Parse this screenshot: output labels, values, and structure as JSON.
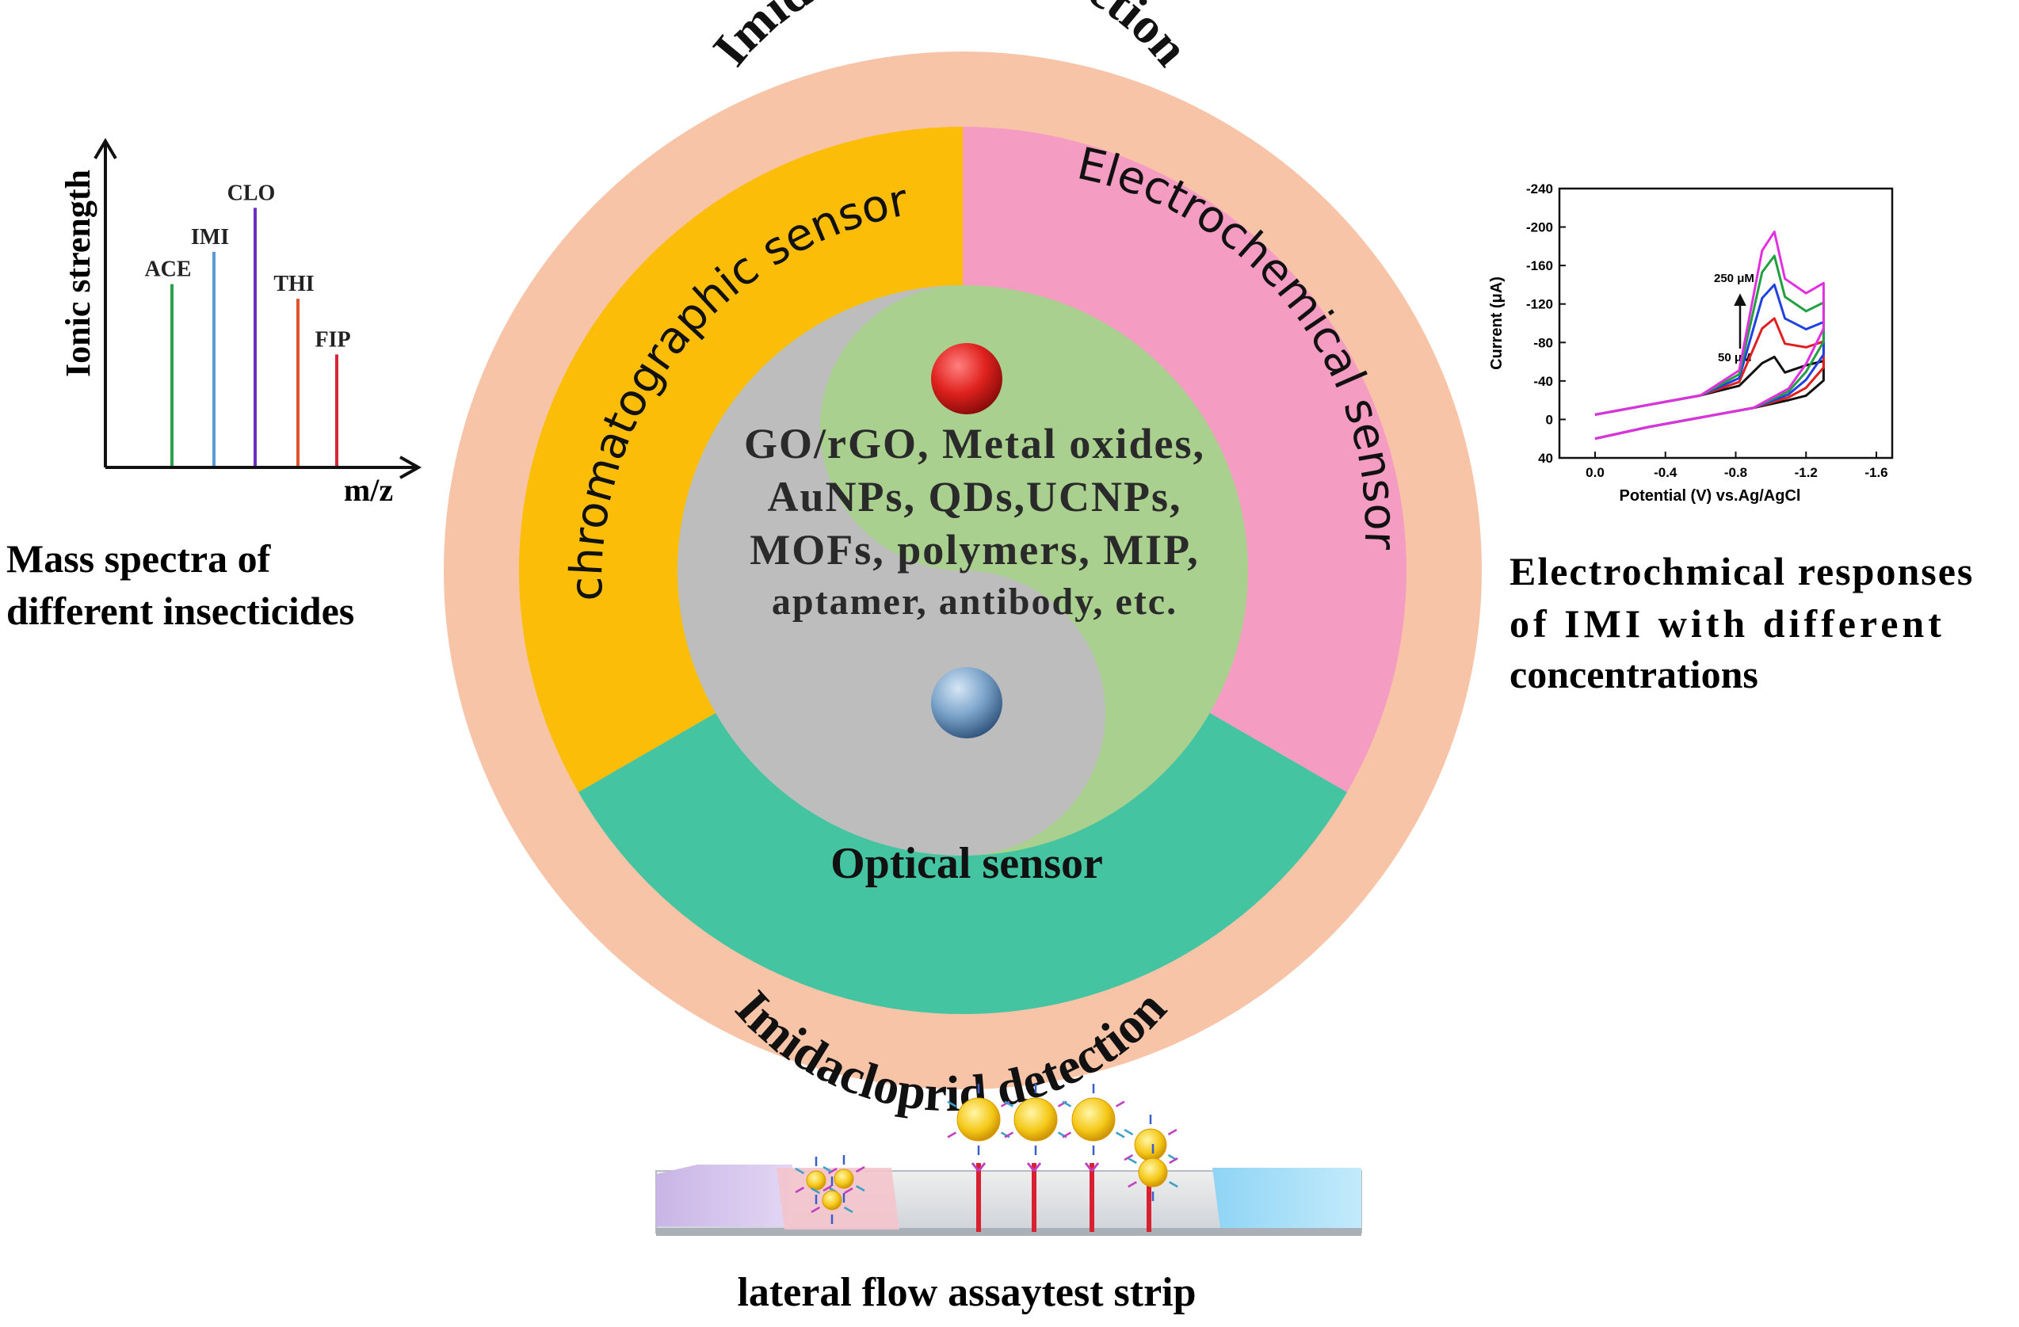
{
  "ring_label_top": "Imidacloprid detection",
  "ring_label_bottom": "Imidacloprid detection",
  "sectors": {
    "chromatographic": "chromatographic sensor",
    "electrochemical": "Electrochemical sensor",
    "optical": "Optical sensor"
  },
  "center_materials": [
    "GO/rGO, Metal oxides,",
    "AuNPs, QDs,UCNPs,",
    "MOFs, polymers, MIP,",
    "aptamer, antibody, etc."
  ],
  "mass_spectrum": {
    "ylabel": "Ionic strength",
    "xlabel": "m/z",
    "peaks": [
      {
        "label": "ACE",
        "height": 0.62,
        "color": "#2e9e4f"
      },
      {
        "label": "IMI",
        "height": 0.73,
        "color": "#5b9bd5"
      },
      {
        "label": "CLO",
        "height": 0.88,
        "color": "#6a2fc2"
      },
      {
        "label": "THI",
        "height": 0.57,
        "color": "#e0532a"
      },
      {
        "label": "FIP",
        "height": 0.38,
        "color": "#d62738"
      }
    ],
    "caption_line1": "Mass spectra of",
    "caption_line2": "different insecticides"
  },
  "cv_plot": {
    "xlabel": "Potential (V) vs.Ag/AgCl",
    "ylabel": "Current (μA)",
    "x_ticks": [
      "0.0",
      "-0.4",
      "-0.8",
      "-1.2",
      "-1.6"
    ],
    "y_ticks": [
      "-240",
      "-200",
      "-160",
      "-120",
      "-80",
      "-40",
      "0",
      "40"
    ],
    "annotation_high": "250 μM",
    "annotation_low": "50 μM",
    "curve_colors": [
      "#111111",
      "#e02020",
      "#2040e0",
      "#22a040",
      "#e030e0"
    ],
    "caption_line1": "Electrochmical responses",
    "caption_line2": "of IMI  with different",
    "caption_line3": "concentrations"
  },
  "lfa_caption": "lateral flow assaytest strip",
  "colors": {
    "outer_ring": "#f8c4a8",
    "chromatographic": "#fbbd08",
    "electrochemical": "#f59cc2",
    "optical": "#44c4a1",
    "yin_gray": "#bdbdbd",
    "yang_green": "#a9d08e"
  }
}
